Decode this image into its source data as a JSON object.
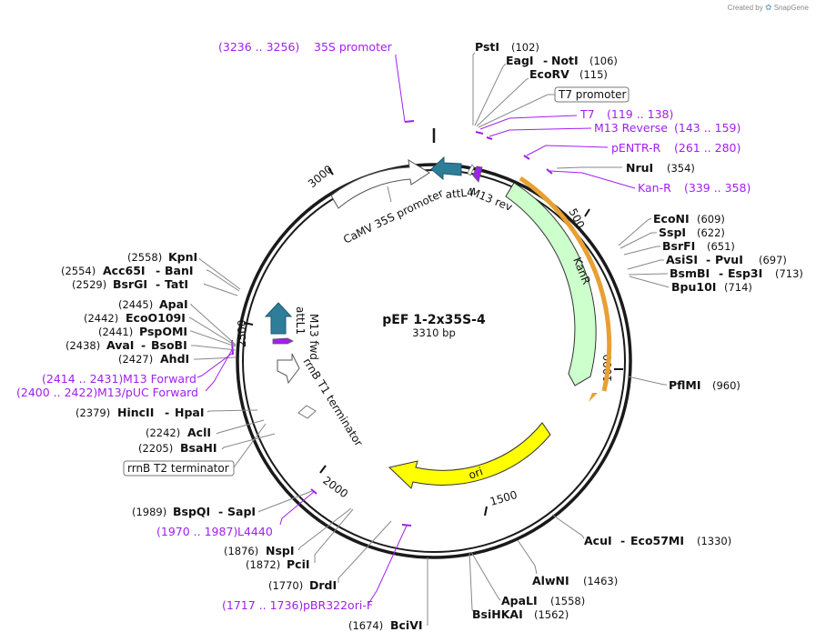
{
  "branding": {
    "created_by": "Created by",
    "app": "SnapGene"
  },
  "plasmid": {
    "name": "pEF 1-2x35S-4",
    "length": "3310 bp"
  },
  "colors": {
    "backbone": "#1a1a1a",
    "primer": "#a020f0",
    "attL": "#2e7d99",
    "kanR": "#ccffcc",
    "ori": "#ffff00",
    "orange": "#e8a032",
    "promoter": "#ffffff"
  },
  "ticks": [
    "500",
    "1000",
    "1500",
    "2000",
    "2500",
    "3000"
  ],
  "features": {
    "kanR": "KanR",
    "ori": "ori",
    "attL4": "attL4",
    "attL1": "attL1",
    "m13_rev": "M13 rev",
    "m13_fwd": "M13 fwd",
    "camv": "CaMV 35S promoter",
    "rrnb_t1": "rrnB T1 terminator"
  },
  "sites": {
    "psti": {
      "name": "PstI",
      "pos": "(102)"
    },
    "eagi": {
      "name": "EagI",
      "name2": "NotI",
      "pos": "(106)"
    },
    "ecorv": {
      "name": "EcoRV",
      "pos": "(115)"
    },
    "t7prom": {
      "name": "T7 promoter"
    },
    "nrui": {
      "name": "NruI",
      "pos": "(354)"
    },
    "econi": {
      "name": "EcoNI",
      "pos": "(609)"
    },
    "sspi": {
      "name": "SspI",
      "pos": "(622)"
    },
    "bsrfi": {
      "name": "BsrFI",
      "pos": "(651)"
    },
    "asisi": {
      "name": "AsiSI",
      "name2": "PvuI",
      "pos": "(697)"
    },
    "bsmbi": {
      "name": "BsmBI",
      "name2": "Esp3I",
      "pos": "(713)"
    },
    "bpu10i": {
      "name": "Bpu10I",
      "pos": "(714)"
    },
    "pflmi": {
      "name": "PflMI",
      "pos": "(960)"
    },
    "acui": {
      "name": "AcuI",
      "name2": "Eco57MI",
      "pos": "(1330)"
    },
    "alwni": {
      "name": "AlwNI",
      "pos": "(1463)"
    },
    "apali": {
      "name": "ApaLI",
      "pos": "(1558)"
    },
    "bsihkai": {
      "name": "BsiHKAI",
      "pos": "(1562)"
    },
    "bcivi": {
      "name": "BciVI",
      "pos": "(1674)"
    },
    "drdi": {
      "name": "DrdI",
      "pos": "(1770)"
    },
    "pcii": {
      "name": "PciI",
      "pos": "(1872)"
    },
    "nspi": {
      "name": "NspI",
      "pos": "(1876)"
    },
    "bspqi": {
      "name": "BspQI",
      "name2": "SapI",
      "pos": "(1989)"
    },
    "bsahi": {
      "name": "BsaHI",
      "pos": "(2205)"
    },
    "acli": {
      "name": "AclI",
      "pos": "(2242)"
    },
    "hincii": {
      "name": "HincII",
      "name2": "HpaI",
      "pos": "(2379)"
    },
    "ahdi": {
      "name": "AhdI",
      "pos": "(2427)"
    },
    "avai": {
      "name": "AvaI",
      "name2": "BsoBI",
      "pos": "(2438)"
    },
    "pspomi": {
      "name": "PspOMI",
      "pos": "(2441)"
    },
    "eco0109i": {
      "name": "EcoO109I",
      "pos": "(2442)"
    },
    "apai": {
      "name": "ApaI",
      "pos": "(2445)"
    },
    "bsrgi": {
      "name": "BsrGI",
      "name2": "TatI",
      "pos": "(2529)"
    },
    "acc65i": {
      "name": "Acc65I",
      "name2": "BanI",
      "pos": "(2554)"
    },
    "kpni": {
      "name": "KpnI",
      "pos": "(2558)"
    },
    "rrnbt2": {
      "name": "rrnB T2 terminator"
    }
  },
  "primers": {
    "p35s": {
      "range": "(3236 .. 3256)",
      "name": "35S promoter"
    },
    "t7": {
      "name": "T7",
      "range": "(119 .. 138)"
    },
    "m13rev": {
      "name": "M13 Reverse",
      "range": "(143 .. 159)"
    },
    "pentr": {
      "name": "pENTR-R",
      "range": "(261 .. 280)"
    },
    "kanr": {
      "name": "Kan-R",
      "range": "(339 .. 358)"
    },
    "l4440": {
      "range": "(1970 .. 1987)",
      "name": "L4440"
    },
    "pbr322": {
      "range": "(1717 .. 1736)",
      "name": "pBR322ori-F"
    },
    "m13fwd": {
      "range": "(2414 .. 2431)",
      "name": "M13 Forward"
    },
    "m13puc": {
      "range": "(2400 .. 2422)",
      "name": "M13/pUC Forward"
    }
  }
}
